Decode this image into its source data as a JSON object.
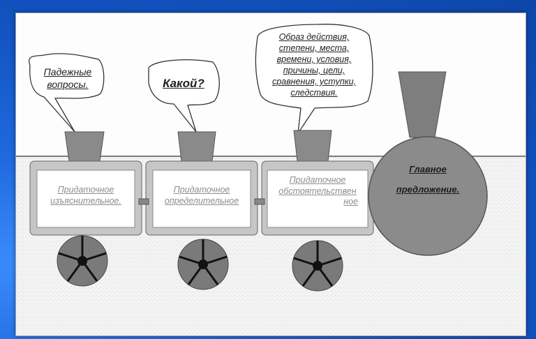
{
  "bubbles": {
    "b1": {
      "line1": "Падежные",
      "line2": "вопросы."
    },
    "b2": {
      "text": "Какой?"
    },
    "b3": {
      "line1": "Образ действия,",
      "line2": "степени, места,",
      "line3": "времени, условия,",
      "line4": "причины, цели,",
      "line5": "сравнения, уступки,",
      "line6": "следствия."
    }
  },
  "cars": {
    "c1": {
      "line1": "Придаточное",
      "line2": "изъяснительное."
    },
    "c2": {
      "line1": "Придаточное",
      "line2": "определительное"
    },
    "c3": {
      "line1": "Придаточное",
      "line2": "обстоятельствен",
      "line3": "ное"
    }
  },
  "engine": {
    "line1": "Главное",
    "line2": "предложение."
  },
  "colors": {
    "background": "#1355c4",
    "slide": "#fdfdfd",
    "body_gray": "#c8c8c8",
    "wheel_gray": "#777777"
  }
}
